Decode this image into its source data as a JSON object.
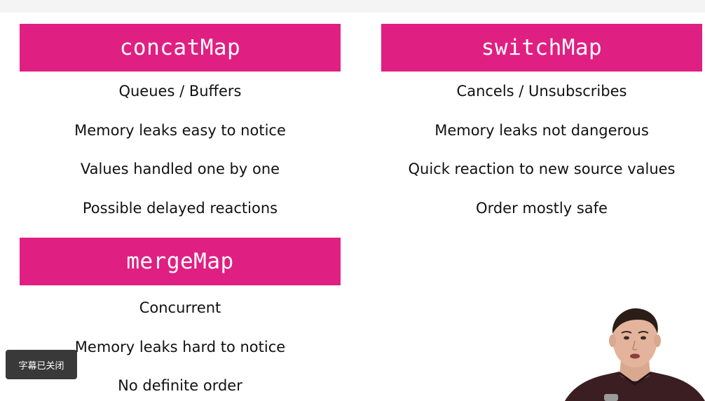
{
  "cards": {
    "concatMap": {
      "title": "concatMap",
      "items": [
        "Queues / Buffers",
        "Memory leaks easy to notice",
        "Values handled one by one",
        "Possible delayed reactions"
      ]
    },
    "switchMap": {
      "title": "switchMap",
      "items": [
        "Cancels / Unsubscribes",
        "Memory leaks not dangerous",
        "Quick reaction to new source values",
        "Order mostly safe"
      ]
    },
    "mergeMap": {
      "title": "mergeMap",
      "items": [
        "Concurrent",
        "Memory leaks hard to notice",
        "No definite order"
      ]
    }
  },
  "caption_toast": {
    "label": "字幕已关闭"
  },
  "colors": {
    "header_bg": "#e01f82",
    "header_text": "#ffffff",
    "body_text": "#111111"
  }
}
